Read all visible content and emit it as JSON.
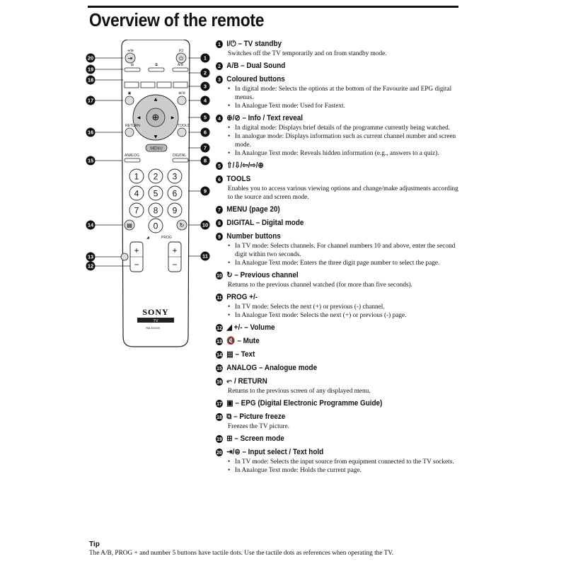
{
  "title": "Overview of the remote",
  "items": [
    {
      "n": "1",
      "head": "I/⏻ – TV standby",
      "desc": "Switches off the TV temporarily and on from standby mode.",
      "bullets": []
    },
    {
      "n": "2",
      "head": "A/B – Dual Sound",
      "desc": "",
      "bullets": []
    },
    {
      "n": "3",
      "head": "Coloured buttons",
      "desc": "",
      "bullets": [
        "In digital mode: Selects the options at the bottom of the Favourite and EPG digital menus.",
        "In Analogue Text mode: Used for Fastext."
      ]
    },
    {
      "n": "4",
      "head": "⊕/⊘ – Info / Text reveal",
      "desc": "",
      "bullets": [
        "In digital mode: Displays brief details of the programme currently being watched.",
        "In analogue mode: Displays information such as current channel number and screen mode.",
        "In Analogue Text mode: Reveals hidden information (e.g., answers to a quiz)."
      ]
    },
    {
      "n": "5",
      "head": "⇧/⇩/⇦/⇨/⊕",
      "desc": "",
      "bullets": []
    },
    {
      "n": "6",
      "head": "TOOLS",
      "desc": "Enables you to access various viewing options and change/make adjustments according to the source and screen mode.",
      "bullets": []
    },
    {
      "n": "7",
      "head": "MENU (page 20)",
      "desc": "",
      "bullets": []
    },
    {
      "n": "8",
      "head": "DIGITAL – Digital mode",
      "desc": "",
      "bullets": []
    },
    {
      "n": "9",
      "head": "Number buttons",
      "desc": "",
      "bullets": [
        "In TV mode: Selects channels. For channel numbers 10 and above, enter the second digit within two seconds.",
        "In Analogue Text mode: Enters the three digit page number to select the page."
      ]
    },
    {
      "n": "10",
      "head": "↻ – Previous channel",
      "desc": "Returns to the previous channel watched (for more than five seconds).",
      "bullets": []
    },
    {
      "n": "11",
      "head": "PROG +/-",
      "desc": "",
      "bullets": [
        "In TV mode: Selects the next (+) or previous (-) channel.",
        "In Analogue Text mode: Selects the next (+) or previous (-) page."
      ]
    },
    {
      "n": "12",
      "head": "◢ +/- – Volume",
      "desc": "",
      "bullets": []
    },
    {
      "n": "13",
      "head": "🔇 – Mute",
      "desc": "",
      "bullets": []
    },
    {
      "n": "14",
      "head": "▤ – Text",
      "desc": "",
      "bullets": []
    },
    {
      "n": "15",
      "head": "ANALOG – Analogue mode",
      "desc": "",
      "bullets": []
    },
    {
      "n": "16",
      "head": "⬿ / RETURN",
      "desc": "Returns to the previous screen of any displayed menu.",
      "bullets": []
    },
    {
      "n": "17",
      "head": "▣ – EPG (Digital Electronic Programme Guide)",
      "desc": "",
      "bullets": []
    },
    {
      "n": "18",
      "head": "⧉ – Picture freeze",
      "desc": "Freezes the TV picture.",
      "bullets": []
    },
    {
      "n": "19",
      "head": "⊞ – Screen mode",
      "desc": "",
      "bullets": []
    },
    {
      "n": "20",
      "head": "⇥/⊜ – Input select / Text hold",
      "desc": "",
      "bullets": [
        "In TV mode: Selects the input source from equipment connected to the TV sockets.",
        "In Analogue Text mode: Holds the current page."
      ]
    }
  ],
  "remote": {
    "brand": "SONY",
    "tv_label": "TV",
    "model": "RM-ED009",
    "labels": {
      "ab": "A/B",
      "return": "RETURN",
      "tools": "TOOLS",
      "menu": "MENU",
      "analog": "ANALOG",
      "digital": "DIGITAL",
      "prog": "PROG"
    },
    "keys": [
      "1",
      "2",
      "3",
      "4",
      "5",
      "6",
      "7",
      "8",
      "9",
      "0"
    ],
    "plus": "+",
    "minus": "−",
    "colours": [
      "#ffffff",
      "#ffffff",
      "#ffffff",
      "#ffffff"
    ]
  },
  "tip": {
    "title": "Tip",
    "text": "The A/B, PROG + and number 5 buttons have tactile dots. Use the tactile dots as references when operating the TV."
  }
}
